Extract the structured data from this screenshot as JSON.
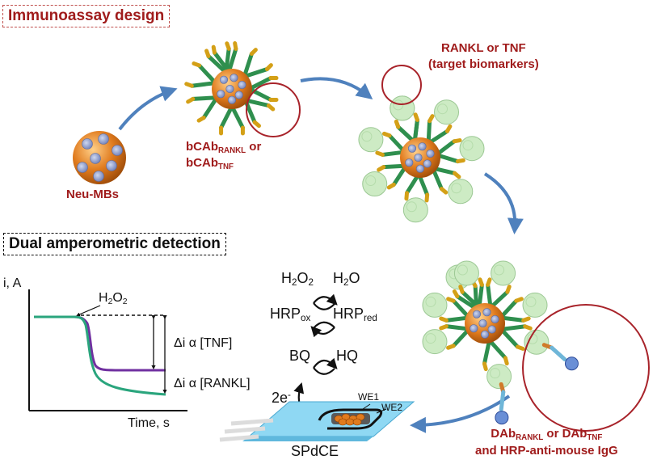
{
  "sections": {
    "immunoassay_title": "Immunoassay design",
    "detection_title": "Dual amperometric detection"
  },
  "labels": {
    "neu_mbs": "Neu-MBs",
    "bcab_line1_main": "bCAb",
    "bcab_line1_sub": "RANKL",
    "bcab_line1_suffix": " or",
    "bcab_line2_main": "bCAb",
    "bcab_line2_sub": "TNF",
    "targets_line1": "RANKL or TNF",
    "targets_line2": "(target biomarkers)",
    "dab_main1": "DAb",
    "dab_sub1": "RANKL",
    "dab_or": " or DAb",
    "dab_sub2": "TNF",
    "dab_line2": "and HRP-anti-mouse IgG"
  },
  "reaction": {
    "h2o2_main": "H",
    "h2o2_s1": "2",
    "h2o2_mid": "O",
    "h2o2_s2": "2",
    "h2o_main": "H",
    "h2o_s": "2",
    "h2o_end": "O",
    "hrpox_main": "HRP",
    "hrpox_sub": "ox",
    "hrpred_main": "HRP",
    "hrpred_sub": "red",
    "bq": "BQ",
    "hq": "HQ",
    "electrons_main": "2e",
    "electrons_sup": "-"
  },
  "electrode": {
    "name": "SPdCE",
    "we1": "WE1",
    "we2": "WE2"
  },
  "plot": {
    "ylabel": "i, A",
    "xlabel": "Time, s",
    "h2o2_main": "H",
    "h2o2_s1": "2",
    "h2o2_mid": "O",
    "h2o2_s2": "2",
    "delta_tnf": "Δi α [TNF]",
    "delta_rankl": "Δi α [RANKL]",
    "series_colors": {
      "upper": "#7030a0",
      "lower": "#2aa57d"
    }
  },
  "colors": {
    "accent_red": "#a01c1c",
    "circle_red": "#a8232a",
    "arrow_blue": "#4f81bd",
    "bead_orange": "#e07b1e",
    "antibody_green": "#2f8f4e",
    "antibody_tip": "#d4a017",
    "antigen_green": "#cdebc4",
    "electrode_blue": "#7fd0ef"
  }
}
